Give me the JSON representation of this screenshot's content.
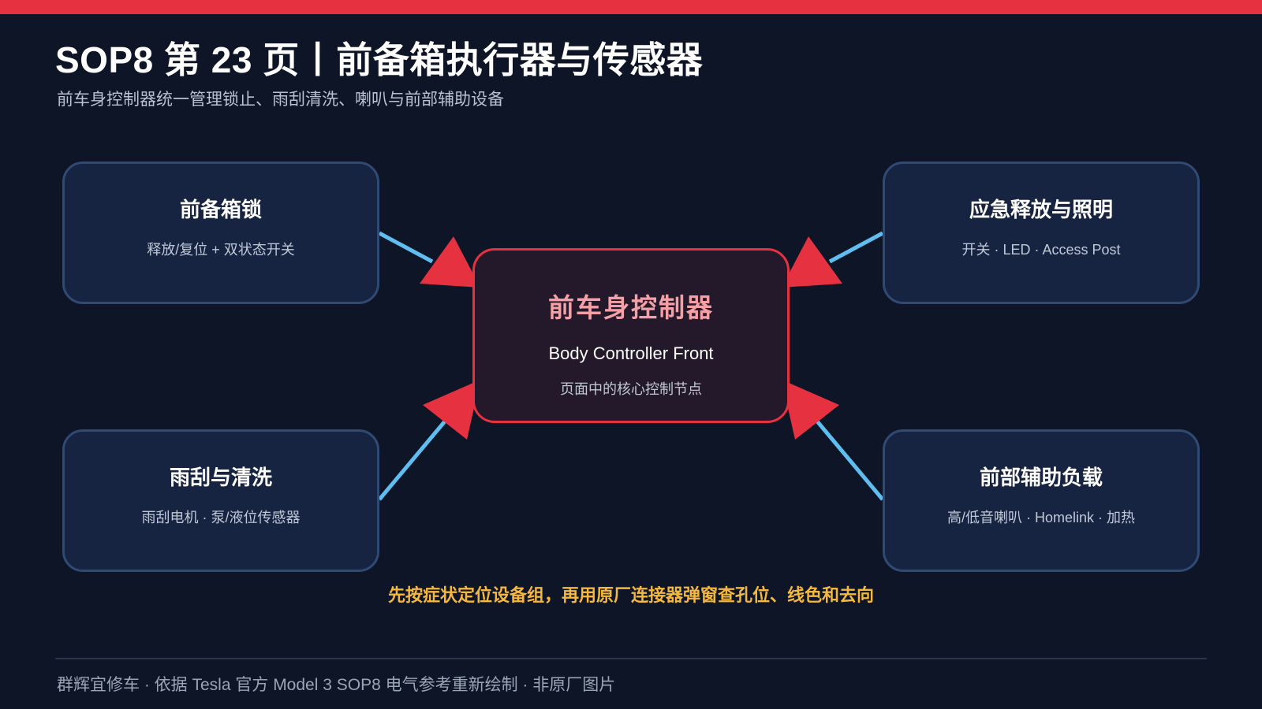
{
  "header": {
    "accent_color": "#e63140",
    "title": "SOP8 第 23 页丨前备箱执行器与传感器",
    "subtitle": "前车身控制器统一管理锁止、雨刮清洗、喇叭与前部辅助设备"
  },
  "diagram": {
    "center": {
      "title": "前车身控制器",
      "subtitle": "Body Controller Front",
      "note": "页面中的核心控制节点"
    },
    "nodes": [
      {
        "title": "前备箱锁",
        "desc": "释放/复位 + 双状态开关"
      },
      {
        "title": "应急释放与照明",
        "desc": "开关 · LED · Access Post"
      },
      {
        "title": "雨刮与清洗",
        "desc": "雨刮电机 · 泵/液位传感器"
      },
      {
        "title": "前部辅助负载",
        "desc": "高/低音喇叭 · Homelink · 加热"
      }
    ],
    "wire_color": "#5fbdf0",
    "arrow_color": "#e63140"
  },
  "hint": "先按症状定位设备组，再用原厂连接器弹窗查孔位、线色和去向",
  "footer": "群辉宜修车 · 依据 Tesla 官方 Model 3 SOP8 电气参考重新绘制 · 非原厂图片"
}
